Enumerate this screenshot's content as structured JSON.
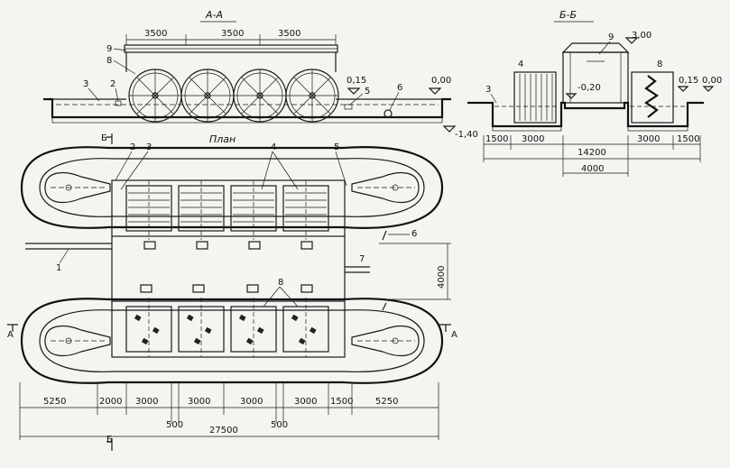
{
  "section_aa": {
    "title": "А-А",
    "dims": [
      "3500",
      "3500",
      "3500"
    ],
    "elev_left": "0,15",
    "elev_right": "0,00",
    "elev_bottom": "-1,40",
    "labels": [
      "9",
      "8",
      "3",
      "2",
      "5",
      "6"
    ]
  },
  "section_bb": {
    "title": "Б-Б",
    "elev_top": "3,00",
    "elev_center": "-0,20",
    "elev_right1": "0,15",
    "elev_right2": "0,00",
    "dims": [
      "1500",
      "3000",
      "3000",
      "1500"
    ],
    "total": "14200",
    "center_dim": "4000",
    "labels": [
      "4",
      "9",
      "8",
      "3"
    ]
  },
  "plan": {
    "title": "План",
    "labels": [
      "2",
      "3",
      "4",
      "5",
      "6",
      "1",
      "7",
      "8"
    ],
    "side_dim": "4000",
    "section_marks": [
      "Б",
      "Б",
      "А",
      "А"
    ],
    "bottom_dims": [
      "5250",
      "2000",
      "3000",
      "3000",
      "3000",
      "3000",
      "1500",
      "5250"
    ],
    "small_dims": [
      "500",
      "500"
    ],
    "total": "27500"
  }
}
